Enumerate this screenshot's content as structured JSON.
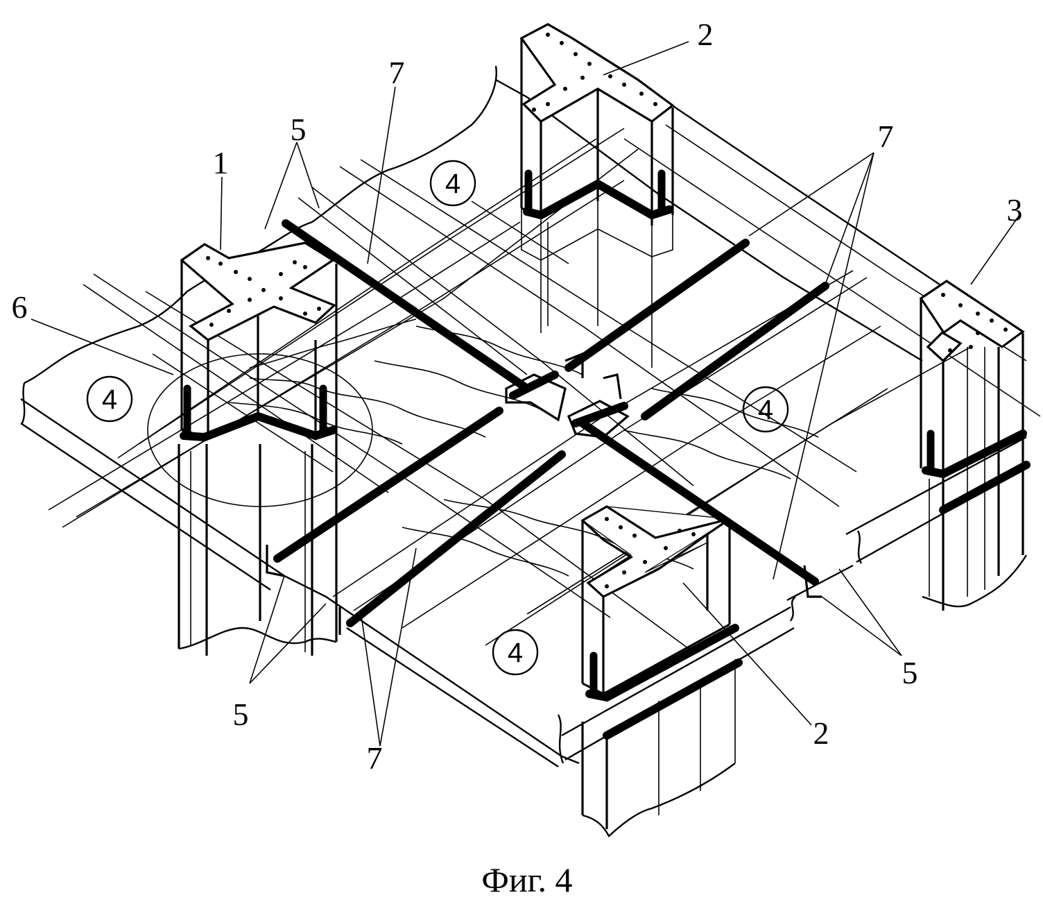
{
  "figure": {
    "caption": "Фиг. 4",
    "labels": {
      "l1": "1",
      "l2a": "2",
      "l2b": "2",
      "l3": "3",
      "l5a": "5",
      "l5b": "5",
      "l5c": "5",
      "l6": "6",
      "l7a": "7",
      "l7b": "7",
      "l7c": "7"
    },
    "circled": {
      "c4a": "4",
      "c4b": "4",
      "c4c": "4",
      "c4d": "4"
    }
  }
}
